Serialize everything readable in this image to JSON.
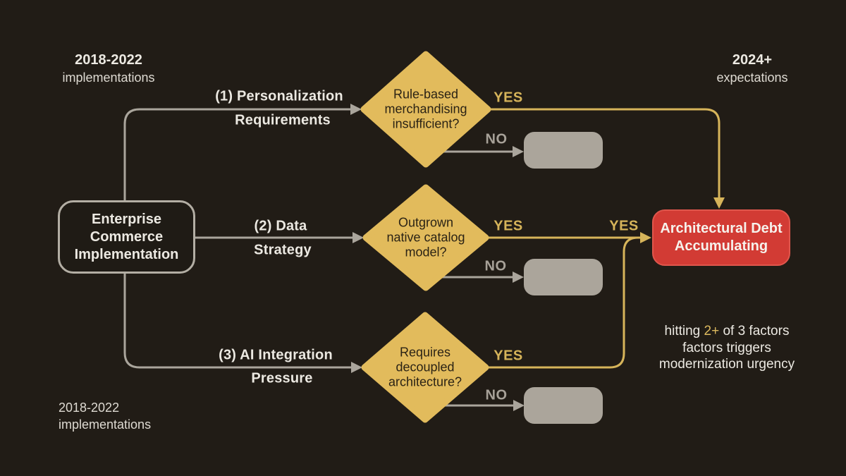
{
  "corner_notes": {
    "top_left": {
      "line1": "2018-2022",
      "line2": "implementations"
    },
    "top_right": {
      "line1": "2024+",
      "line2": "expectations"
    },
    "bottom_left": {
      "line1": "2018-2022",
      "line2": "implementations"
    },
    "bottom_right": {
      "part1": "hitting ",
      "highlight": "2+",
      "part2": " of 3 factors",
      "line2": "factors triggers",
      "line3": "modernization urgency"
    }
  },
  "root_node": {
    "line1": "Enterprise",
    "line2": "Commerce",
    "line3": "Implementation"
  },
  "branches": [
    {
      "label_line1": "(1) Personalization",
      "label_line2": "Requirements",
      "question_line1": "Rule-based",
      "question_line2": "merchandising",
      "question_line3": "insufficient?",
      "yes_label": "YES",
      "no_label": "NO"
    },
    {
      "label_line1": "(2) Data",
      "label_line2": "Strategy",
      "question_line1": "Outgrown",
      "question_line2": "native catalog",
      "question_line3": "model?",
      "yes_label": "YES",
      "yes_label_2": "YES",
      "no_label": "NO"
    },
    {
      "label_line1": "(3) AI Integration",
      "label_line2": "Pressure",
      "question_line1": "Requires",
      "question_line2": "decoupled",
      "question_line3": "architecture?",
      "yes_label": "YES",
      "no_label": "NO"
    }
  ],
  "result_node": {
    "line1": "Architectural Debt",
    "line2": "Accumulating"
  },
  "colors": {
    "background": "#211c16",
    "diamond_fill": "#e2bb5c",
    "yes_accent": "#d6b45a",
    "gray_line": "#aaa59c",
    "empty_node_gray": "#aba59b",
    "result_red": "#d23b34",
    "text_white": "#edeae3"
  }
}
